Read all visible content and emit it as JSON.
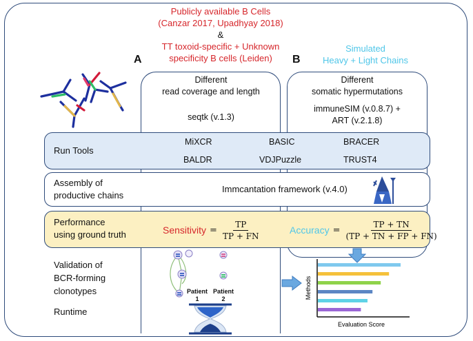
{
  "header": {
    "source_line1": "Publicly available B Cells",
    "source_line2": "(Canzar 2017, Upadhyay 2018)",
    "ampersand": "&",
    "source_line3": "TT toxoid-specific + Unknown",
    "source_line4": "specificity B cells (Leiden)",
    "sim_line1": "Simulated",
    "sim_line2": "Heavy + Light Chains",
    "label_a": "A",
    "label_b": "B"
  },
  "col_a": {
    "line1": "Different",
    "line2": "read coverage and length",
    "tool": "seqtk  (v.1.3)"
  },
  "col_b": {
    "line1": "Different",
    "line2": "somatic hypermutations",
    "tool1": "immuneSIM (v.0.8.7) +",
    "tool2": "ART (v.2.1.8)"
  },
  "run_tools": {
    "label": "Run Tools",
    "tools": [
      "MiXCR",
      "BASIC",
      "BRACER",
      "BALDR",
      "VDJPuzzle",
      "TRUST4"
    ]
  },
  "assembly": {
    "label1": "Assembly of",
    "label2": "productive chains",
    "framework": "Immcantation framework (v.4.0)"
  },
  "performance": {
    "label1": "Performance",
    "label2": "using ground truth",
    "sens_name": "Sensitivity",
    "sens_num": "TP",
    "sens_den": "TP + FN",
    "acc_name": "Accuracy",
    "acc_num": "TP + TN",
    "acc_den": "(TP + TN + FP + FN)",
    "equals": "="
  },
  "validation": {
    "line1": "Validation of",
    "line2": "BCR-forming",
    "line3": "clonotypes",
    "runtime": "Runtime",
    "patient1": "Patient",
    "patient1_n": "1",
    "patient2": "Patient",
    "patient2_n": "2"
  },
  "chart": {
    "ylabel": "Methods",
    "xlabel": "Evaluation Score"
  },
  "chart_data": {
    "type": "bar",
    "orientation": "horizontal",
    "categories": [
      "",
      "",
      "",
      "",
      "",
      ""
    ],
    "values": [
      1.0,
      0.86,
      0.76,
      0.66,
      0.6,
      0.52
    ],
    "colors": [
      "#7fc9ee",
      "#f5c13b",
      "#8fd34a",
      "#5b86c4",
      "#5fd2e6",
      "#9a66d6"
    ],
    "xlabel": "Evaluation Score",
    "ylabel": "Methods",
    "xlim": [
      0,
      1.05
    ]
  },
  "colors": {
    "frame": "#2d4a7a",
    "run_tools_bg": "#dfeaf7",
    "performance_bg": "#fcf0c2",
    "arrow": "#5b9bd5",
    "red": "#d6262b",
    "cyan": "#4fc6e8"
  }
}
